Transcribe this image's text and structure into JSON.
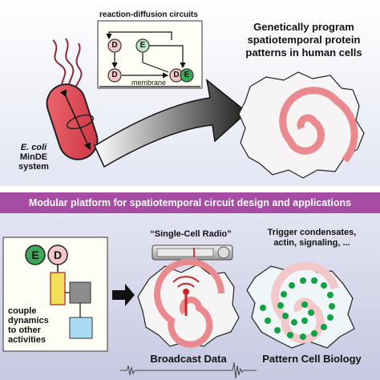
{
  "top": {
    "circuit_title": "reaction-diffusion circuits",
    "node_d": "D",
    "node_e": "E",
    "membrane_label": "membrane",
    "organism": "E. coli",
    "system_name": "MinDE",
    "system_word": "system",
    "headline": [
      "Genetically program",
      "spatiotemporal protein",
      "patterns in human cells"
    ]
  },
  "banner": "Modular platform for spatiotemporal circuit design and applications",
  "bottom": {
    "box_e": "E",
    "box_d": "D",
    "couple_text": [
      "couple",
      "dynamics",
      "to other",
      "activities"
    ],
    "radio_title": "“Single-Cell Radio”",
    "trigger_text": [
      "Trigger condensates,",
      "actin, signaling, ..."
    ],
    "broadcast_label": "Broadcast Data",
    "pattern_label": "Pattern Cell Biology"
  },
  "colors": {
    "top_bg": "#e9ebf5",
    "bottom_bg": "#d4d6ea",
    "banner_bg": "#a64ca5",
    "cell_pink": "#ea8a8e",
    "bacterium": "#e24a55",
    "e_green": "#3ca85a",
    "d_pink": "#f4c7c9",
    "dots_green": "#12a143",
    "yellow": "#f2df59",
    "gray": "#8c8c8c",
    "light_blue": "#a9dcf2"
  }
}
